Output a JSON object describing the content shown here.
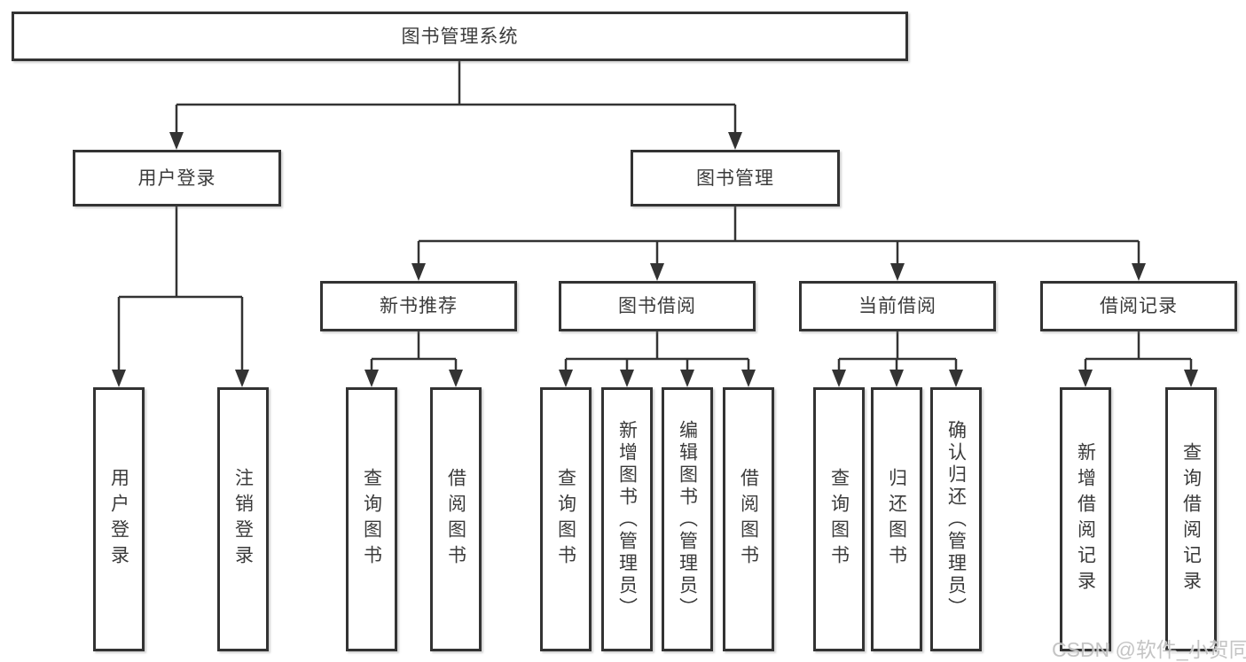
{
  "nodes": {
    "root": "图书管理系统",
    "user_login": "用户登录",
    "book_mgmt": "图书管理",
    "user_login_children": [
      "用户登录",
      "注销登录"
    ],
    "groups": [
      {
        "label": "新书推荐",
        "children": [
          "查询图书",
          "借阅图书"
        ]
      },
      {
        "label": "图书借阅",
        "children": [
          "查询图书",
          "新增图书（管理员）",
          "编辑图书（管理员）",
          "借阅图书"
        ]
      },
      {
        "label": "当前借阅",
        "children": [
          "查询图书",
          "归还图书",
          "确认归还（管理员）"
        ]
      },
      {
        "label": "借阅记录",
        "children": [
          "新增借阅记录",
          "查询借阅记录"
        ]
      }
    ]
  },
  "watermark": "CSDN @软件_小贺同学",
  "colors": {
    "line": "#333333",
    "border": "#333333",
    "text": "#3b3b3b",
    "watermark": "#bfbfbf",
    "background": "#ffffff"
  }
}
